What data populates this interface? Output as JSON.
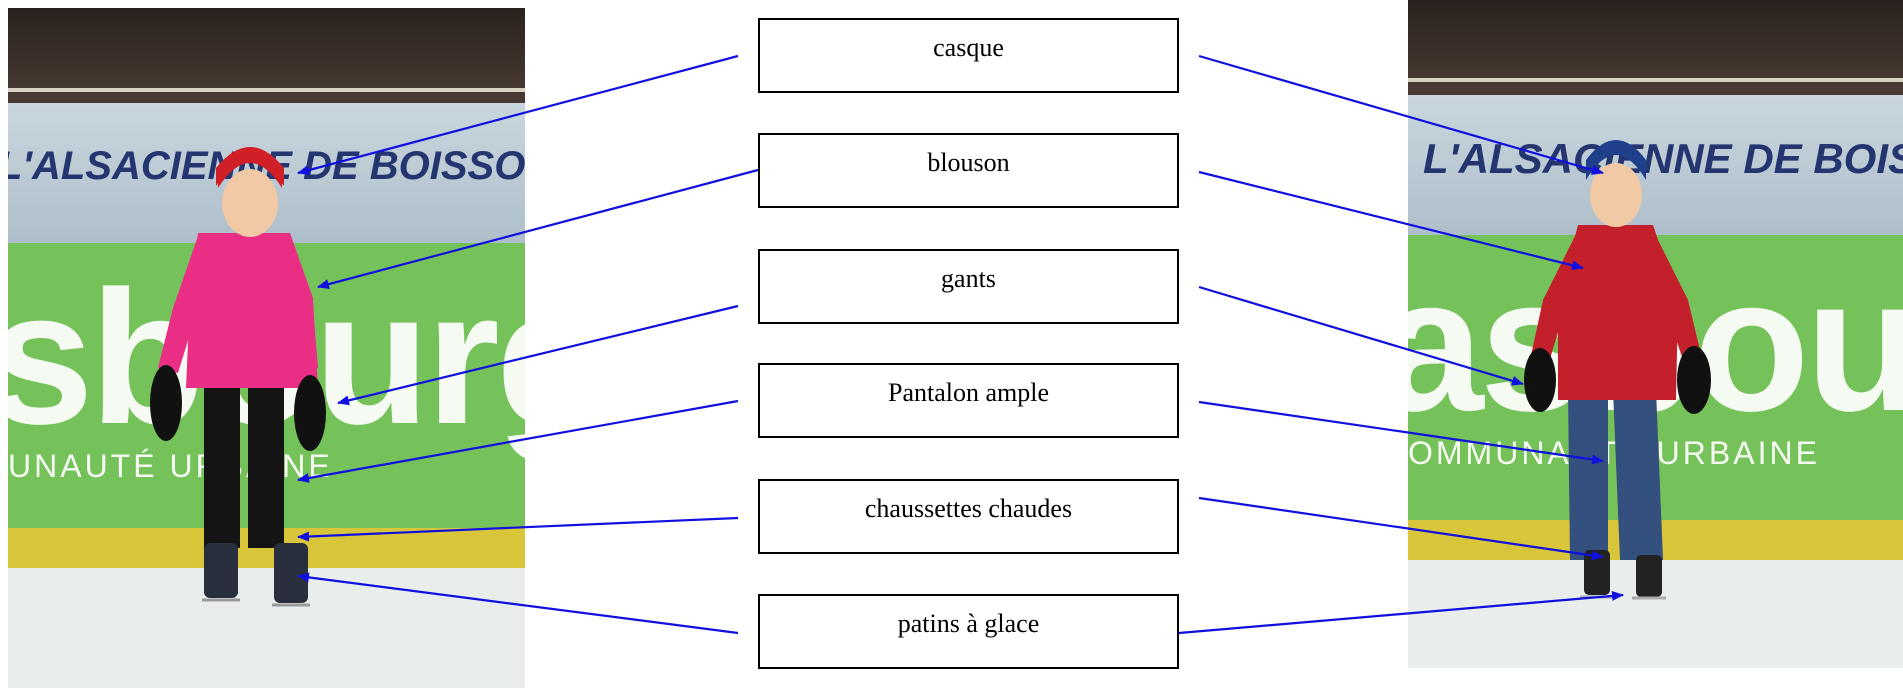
{
  "labels": [
    {
      "text": "casque"
    },
    {
      "text": "blouson"
    },
    {
      "text": "gants"
    },
    {
      "text": "Pantalon ample"
    },
    {
      "text": "chaussettes chaudes"
    },
    {
      "text": "patins à glace"
    }
  ],
  "photos": {
    "left": {
      "banner_text": "L'ALSACIENNE DE BOISSONS",
      "wall_text": "sbourg",
      "wall_subtext": "UNAUTÉ URBAINE",
      "jacket_color": "#ea2e86",
      "helmet_color": "#d01f26"
    },
    "right": {
      "banner_text": "L'ALSACIENNE DE BOISSONS",
      "wall_text": "asbour",
      "wall_subtext": "OMMUNAUTÉ URBAINE",
      "jacket_color": "#c4202c",
      "helmet_color": "#1e3f8a"
    }
  },
  "colors": {
    "arrow": "#1010e0",
    "label_border": "#000000"
  }
}
